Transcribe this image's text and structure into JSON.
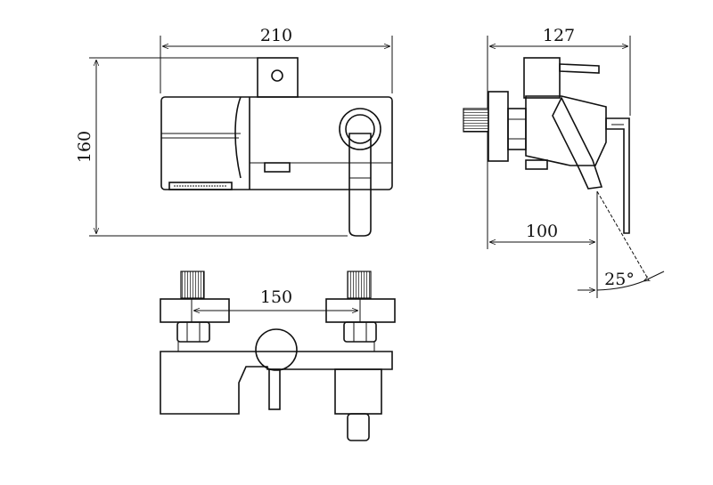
{
  "dimensions": {
    "width_front": "210",
    "height_front": "160",
    "depth_side": "127",
    "projection_side": "100",
    "spout_angle": "25°",
    "inlet_spacing": "150"
  },
  "colors": {
    "line": "#111111",
    "background": "#ffffff"
  }
}
